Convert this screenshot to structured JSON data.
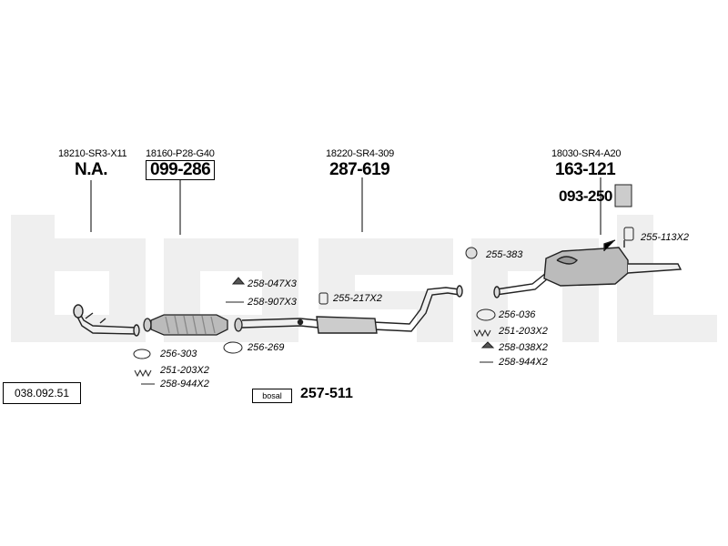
{
  "catalog_number": "038.092.51",
  "brand_tag": "bosal",
  "brand_part_number": "257-511",
  "main_parts": [
    {
      "oem": "18210-SR3-X11",
      "number": "N.A.",
      "boxed": false
    },
    {
      "oem": "18160-P28-G40",
      "number": "099-286",
      "boxed": true
    },
    {
      "oem": "18220-SR4-309",
      "number": "287-619",
      "boxed": false
    },
    {
      "oem": "18030-SR4-A20",
      "number": "163-121",
      "boxed": false
    }
  ],
  "secondary_part": "093-250",
  "small_parts": [
    "258-047X3",
    "258-907X3",
    "255-217X2",
    "255-383",
    "255-113X2",
    "256-303",
    "251-203X2",
    "258-944X2",
    "256-269",
    "256-036",
    "251-203X2",
    "258-038X2",
    "258-944X2"
  ]
}
